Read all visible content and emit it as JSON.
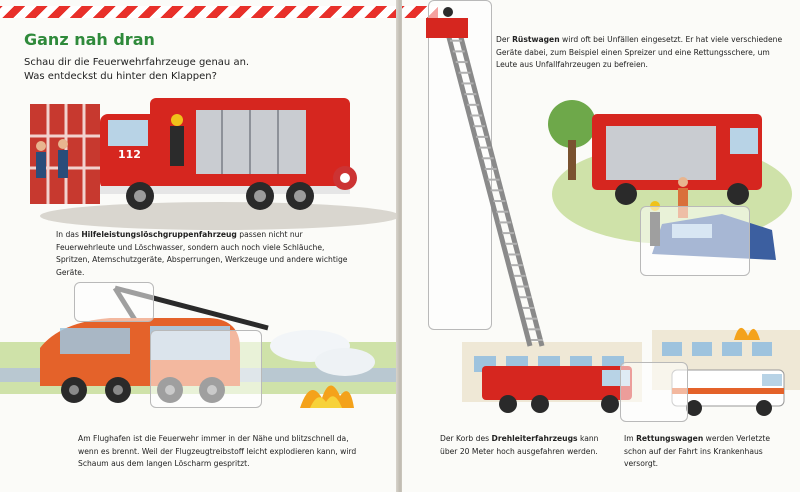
{
  "left_page": {
    "title": "Ganz nah dran",
    "lead_line1": "Schau dir die Feuerwehrfahrzeuge genau an.",
    "lead_line2": "Was entdeckst du hinter den Klappen?",
    "caption1": {
      "pre": "In das ",
      "bold": "Hilfeleistungslöschgruppenfahrzeug",
      "post": " passen nicht nur Feuerwehrleute und Löschwasser, sondern auch noch viele Schläuche, Spritzen, Atemschutzgeräte, Absperrungen, Werkzeuge und andere wichtige Geräte."
    },
    "caption2": "Am Flughafen ist die Feuerwehr immer in der Nähe und blitzschnell da, wenn es brennt. Weil der Flugzeugtreibstoff leicht explodieren kann, wird Schaum aus dem langen Löscharm gespritzt.",
    "truck_number": "112"
  },
  "right_page": {
    "caption_rust": {
      "pre": "Der ",
      "bold": "Rüstwagen",
      "post": " wird oft bei Unfällen eingesetzt. Er hat viele verschiedene Geräte dabei, zum Beispiel einen Spreizer und eine Rettungsschere, um Leute aus Unfallfahrzeugen zu befreien."
    },
    "caption_ladder": {
      "pre": "Der Korb des ",
      "bold": "Drehleiterfahrzeugs",
      "post": " kann über 20 Meter hoch ausgefahren werden."
    },
    "caption_ambulance": {
      "pre": "Im ",
      "bold": "Rettungswagen",
      "post": " werden Verletzte schon auf der Fahrt ins Krankenhaus versorgt."
    }
  },
  "colors": {
    "title_green": "#2f8a3b",
    "fire_red": "#d6261f",
    "airport_orange": "#e4622a",
    "stripe_red": "#e8302a"
  }
}
